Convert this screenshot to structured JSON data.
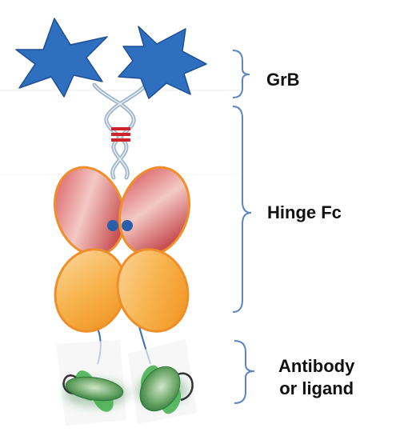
{
  "labels": {
    "grb": "GrB",
    "hinge_fc": "Hinge Fc",
    "antibody_line1": "Antibody",
    "antibody_line2": "or ligand"
  },
  "colors": {
    "grb_star": "#2f6fbf",
    "grb_star_outline": "#1f4f94",
    "hinge_strand": "#9fb6c8",
    "disulfide_bond": "#d0222a",
    "fc_upper_domain": "#c83a3a",
    "fc_lower_domain": "#f6a623",
    "fc_dots": "#2b5ea8",
    "linker": "#3a6fb3",
    "ligand_domain": "#3f8f4a",
    "ligand_loop": "#333333",
    "bracket": "#5a86c2",
    "label_text": "#111111"
  },
  "icons": {
    "grb": "spiky-star-icon",
    "hinge": "double-helix-icon",
    "fc": "ellipse-domain-icon",
    "ligand": "green-ligand-icon"
  }
}
